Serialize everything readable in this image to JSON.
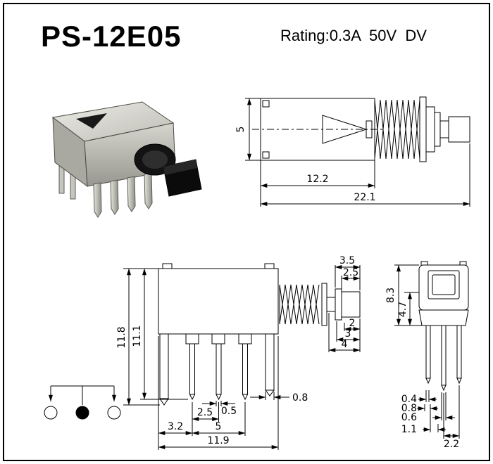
{
  "header": {
    "title": "PS-12E05",
    "rating": "Rating:0.3A  50V  DV"
  },
  "side_view": {
    "height": "5",
    "body_width": "12.2",
    "total_width": "22.1"
  },
  "front_view": {
    "total_height": "11.8",
    "body_height": "11.1",
    "pin_pitch_small": "2.5",
    "pin_width": "0.5",
    "pin_offset": "3.2",
    "pin_pitch_large": "5",
    "total_width": "11.9",
    "right_pin_width": "0.8"
  },
  "actuator_view": {
    "flange_width": "3.5",
    "button_width": "2.5",
    "dim_2": "2",
    "dim_3": "3",
    "dim_4": "4"
  },
  "end_view": {
    "total_height": "8.3",
    "lower_height": "4.7",
    "dim_0_4": "0.4",
    "dim_0_8": "0.8",
    "dim_0_6": "0.6",
    "dim_1_1": "1.1",
    "pin_pitch": "2.2"
  }
}
